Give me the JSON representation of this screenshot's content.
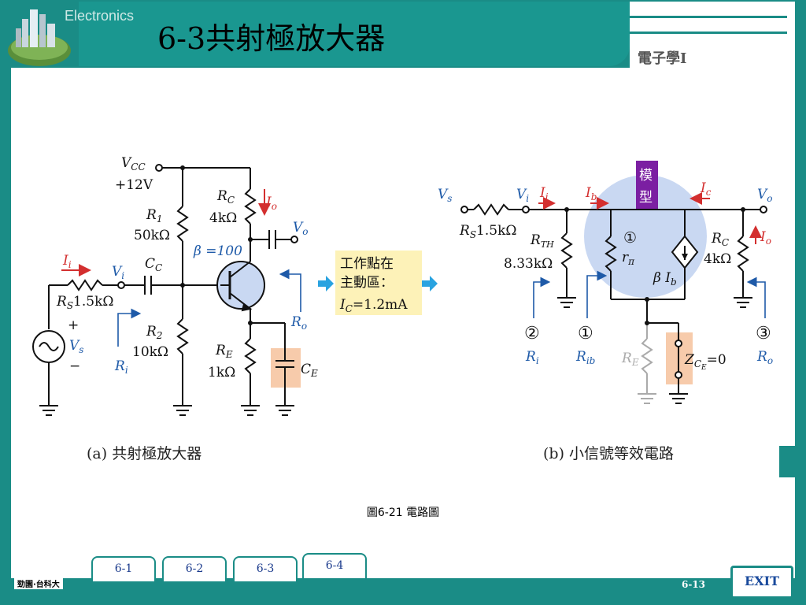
{
  "header": {
    "brand": "Electronics",
    "title": "6-3共射極放大器",
    "subject": "電子學I"
  },
  "colors": {
    "teal": "#1a8c86",
    "model_purple": "#7b1fa2",
    "arrow_red": "#d32f2f",
    "arrow_blue": "#1e5aa8",
    "note_bg": "#fdf2b8",
    "capacitor_box": "#f6c29c",
    "model_circle": "#c9d8f2"
  },
  "circuit_a": {
    "vcc": "V",
    "vcc_sub": "CC",
    "vcc_value": "+12V",
    "r1": "R",
    "r1_sub": "1",
    "r1_value": "50kΩ",
    "r2": "R",
    "r2_sub": "2",
    "r2_value": "10kΩ",
    "rc": "R",
    "rc_sub": "C",
    "rc_value": "4kΩ",
    "re": "R",
    "re_sub": "E",
    "re_value": "1kΩ",
    "rs": "R",
    "rs_sub": "S",
    "rs_value": "1.5kΩ",
    "cc": "C",
    "cc_sub": "C",
    "ce": "C",
    "ce_sub": "E",
    "beta": "β =100",
    "ii": "I",
    "ii_sub": "i",
    "vi": "V",
    "vi_sub": "i",
    "vs": "V",
    "vs_sub": "s",
    "io": "I",
    "io_sub": "o",
    "vo": "V",
    "vo_sub": "o",
    "ri": "R",
    "ri_sub": "i",
    "ro": "R",
    "ro_sub": "o",
    "plus": "+",
    "minus": "−",
    "caption": "(a) 共射極放大器"
  },
  "note": {
    "line1": "工作點在",
    "line2": "主動區：",
    "line3_i": "I",
    "line3_sub": "C",
    "line3_val": "=1.2mA"
  },
  "circuit_b": {
    "model_label_1": "模",
    "model_label_2": "型",
    "vs": "V",
    "vs_sub": "s",
    "vi": "V",
    "vi_sub": "i",
    "ii": "I",
    "ii_sub": "i",
    "ib": "I",
    "ib_sub": "b",
    "ic": "I",
    "ic_sub": "c",
    "vo": "V",
    "vo_sub": "o",
    "io": "I",
    "io_sub": "o",
    "rs": "R",
    "rs_sub": "S",
    "rs_value": "1.5kΩ",
    "rth": "R",
    "rth_sub": "TH",
    "rth_value": "8.33kΩ",
    "rpi": "r",
    "rpi_sub": "π",
    "beta_ib": "β I",
    "beta_ib_sub": "b",
    "rc": "R",
    "rc_sub": "C",
    "rc_value": "4kΩ",
    "re": "R",
    "re_sub": "E",
    "zce": "Z",
    "zce_sub": "C",
    "zce_subsub": "E",
    "zce_value": "=0",
    "node1": "①",
    "node2": "②",
    "node3": "③",
    "ri": "R",
    "ri_sub": "i",
    "rib": "R",
    "rib_sub": "ib",
    "ro": "R",
    "ro_sub": "o",
    "caption": "(b) 小信號等效電路"
  },
  "figure_caption": "圖6-21 電路圖",
  "tabs": [
    "6-1",
    "6-2",
    "6-3",
    "6-4"
  ],
  "footer": {
    "publisher": "勁園·台科大",
    "page": "6-13",
    "exit": "EXIT"
  }
}
